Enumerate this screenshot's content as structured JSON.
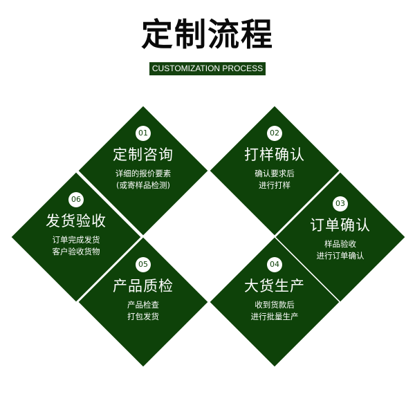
{
  "header": {
    "title": "定制流程",
    "subtitle": "CUSTOMIZATION PROCESS"
  },
  "colors": {
    "primary_green": "#0e4209",
    "badge_bg": "#ffffff",
    "text_on_green": "#ffffff",
    "title_color": "#0a0a0a"
  },
  "steps": [
    {
      "number": "01",
      "title": "定制咨询",
      "desc": [
        "详细的报价要素",
        "(或寄样品检测)"
      ]
    },
    {
      "number": "02",
      "title": "打样确认",
      "desc": [
        "确认要求后",
        "进行打样"
      ]
    },
    {
      "number": "03",
      "title": "订单确认",
      "desc": [
        "样品验收",
        "进行订单确认"
      ]
    },
    {
      "number": "04",
      "title": "大货生产",
      "desc": [
        "收到货款后",
        "进行批量生产"
      ]
    },
    {
      "number": "05",
      "title": "产品质检",
      "desc": [
        "产品检查",
        "打包发货"
      ]
    },
    {
      "number": "06",
      "title": "发货验收",
      "desc": [
        "订单完成发货",
        "客户验收货物"
      ]
    }
  ]
}
